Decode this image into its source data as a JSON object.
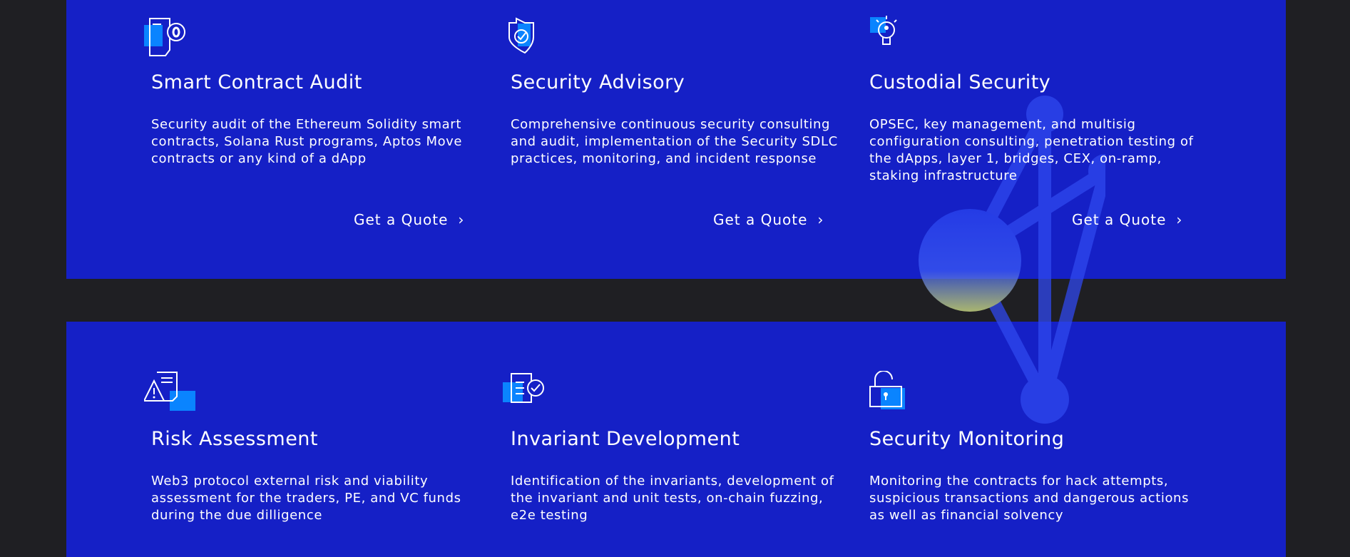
{
  "services": [
    {
      "title": "Smart Contract Audit",
      "description": "Security audit of the Ethereum Solidity smart contracts, Solana Rust programs, Aptos Move contracts or any kind of a dApp",
      "cta": "Get a Quote",
      "icon": "document-eye-icon"
    },
    {
      "title": "Security Advisory",
      "description": "Comprehensive continuous security consulting and audit, implementation of the Security SDLC practices, monitoring, and incident response",
      "cta": "Get a Quote",
      "icon": "shield-check-icon"
    },
    {
      "title": "Custodial Security",
      "description": "OPSEC, key management, and multisig configuration consulting, penetration testing of the dApps, layer 1, bridges, CEX, on-ramp, staking infrastructure",
      "cta": "Get a Quote",
      "icon": "lightbulb-icon"
    },
    {
      "title": "Risk Assessment",
      "description": "Web3 protocol external risk and viability assessment for the traders, PE, and VC funds during the due dilligence",
      "icon": "warning-document-icon"
    },
    {
      "title": "Invariant Development",
      "description": "Identification of the invariants, development of the invariant and unit tests, on-chain fuzzing, e2e testing",
      "icon": "document-check-icon"
    },
    {
      "title": "Security Monitoring",
      "description": "Monitoring the contracts for hack attempts, suspicious transactions and dangerous actions as well as financial solvency",
      "icon": "padlock-icon"
    }
  ],
  "colors": {
    "card": "#1520c6",
    "accent": "#0a84ff",
    "background": "#1f1f23"
  }
}
